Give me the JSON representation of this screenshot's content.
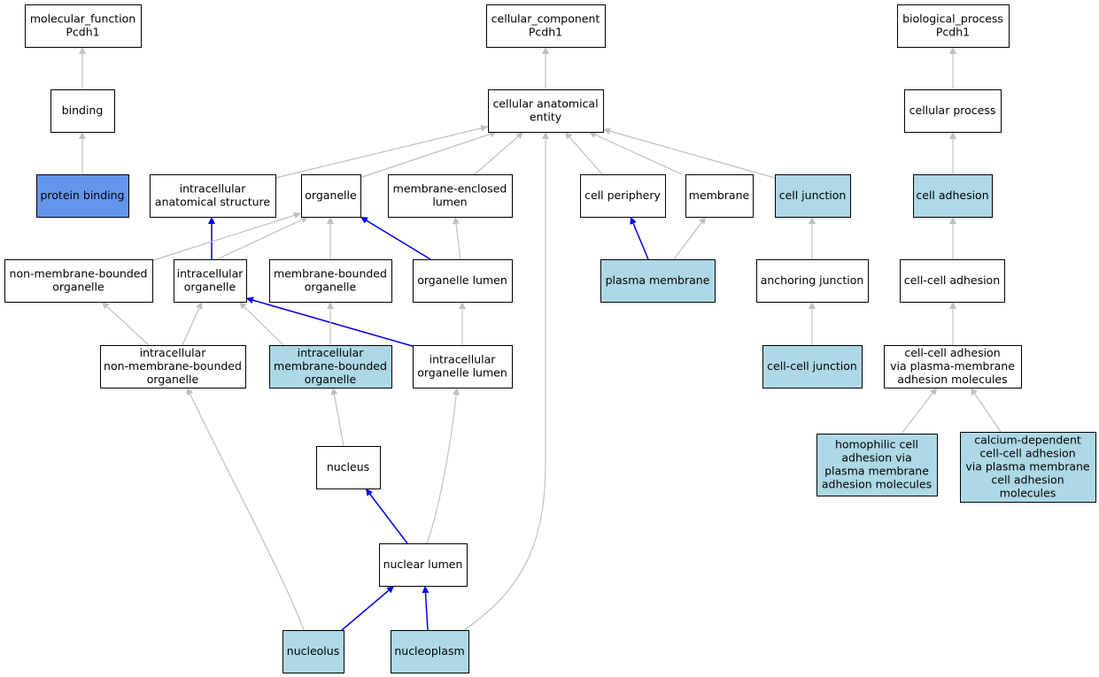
{
  "colors": {
    "node_default": "#ffffff",
    "node_highlight": "#add8e6",
    "node_selected": "#6495ed",
    "edge_is_a": "#c0c0c0",
    "edge_part_of": "#0000ee"
  },
  "nodes": {
    "mf": {
      "lines": [
        "molecular_function",
        "Pcdh1"
      ],
      "fill": "#ffffff"
    },
    "binding": {
      "lines": [
        "binding"
      ],
      "fill": "#ffffff"
    },
    "protein_binding": {
      "lines": [
        "protein binding"
      ],
      "fill": "#6495ed"
    },
    "cc": {
      "lines": [
        "cellular_component",
        "Pcdh1"
      ],
      "fill": "#ffffff"
    },
    "cae": {
      "lines": [
        "cellular anatomical",
        "entity"
      ],
      "fill": "#ffffff"
    },
    "ias": {
      "lines": [
        "intracellular",
        "anatomical structure"
      ],
      "fill": "#ffffff"
    },
    "organelle": {
      "lines": [
        "organelle"
      ],
      "fill": "#ffffff"
    },
    "mel": {
      "lines": [
        "membrane-enclosed",
        "lumen"
      ],
      "fill": "#ffffff"
    },
    "cp": {
      "lines": [
        "cell periphery"
      ],
      "fill": "#ffffff"
    },
    "membrane": {
      "lines": [
        "membrane"
      ],
      "fill": "#ffffff"
    },
    "cj": {
      "lines": [
        "cell junction"
      ],
      "fill": "#add8e6"
    },
    "nmbo": {
      "lines": [
        "non-membrane-bounded",
        "organelle"
      ],
      "fill": "#ffffff"
    },
    "io": {
      "lines": [
        "intracellular",
        "organelle"
      ],
      "fill": "#ffffff"
    },
    "mbo": {
      "lines": [
        "membrane-bounded",
        "organelle"
      ],
      "fill": "#ffffff"
    },
    "ol": {
      "lines": [
        "organelle lumen"
      ],
      "fill": "#ffffff"
    },
    "pm": {
      "lines": [
        "plasma membrane"
      ],
      "fill": "#add8e6"
    },
    "aj": {
      "lines": [
        "anchoring junction"
      ],
      "fill": "#ffffff"
    },
    "inmbo": {
      "lines": [
        "intracellular",
        "non-membrane-bounded",
        "organelle"
      ],
      "fill": "#ffffff"
    },
    "imbo": {
      "lines": [
        "intracellular",
        "membrane-bounded",
        "organelle"
      ],
      "fill": "#add8e6"
    },
    "iol": {
      "lines": [
        "intracellular",
        "organelle lumen"
      ],
      "fill": "#ffffff"
    },
    "ccj": {
      "lines": [
        "cell-cell junction"
      ],
      "fill": "#add8e6"
    },
    "nucleus": {
      "lines": [
        "nucleus"
      ],
      "fill": "#ffffff"
    },
    "nl": {
      "lines": [
        "nuclear lumen"
      ],
      "fill": "#ffffff"
    },
    "nucleolus": {
      "lines": [
        "nucleolus"
      ],
      "fill": "#add8e6"
    },
    "nucleoplasm": {
      "lines": [
        "nucleoplasm"
      ],
      "fill": "#add8e6"
    },
    "bp": {
      "lines": [
        "biological_process",
        "Pcdh1"
      ],
      "fill": "#ffffff"
    },
    "cproc": {
      "lines": [
        "cellular process"
      ],
      "fill": "#ffffff"
    },
    "cadh": {
      "lines": [
        "cell adhesion"
      ],
      "fill": "#add8e6"
    },
    "ccadh": {
      "lines": [
        "cell-cell adhesion"
      ],
      "fill": "#ffffff"
    },
    "ccapm": {
      "lines": [
        "cell-cell adhesion",
        "via plasma-membrane",
        "adhesion molecules"
      ],
      "fill": "#ffffff"
    },
    "homo": {
      "lines": [
        "homophilic cell",
        "adhesion via",
        "plasma membrane",
        "adhesion molecules"
      ],
      "fill": "#add8e6"
    },
    "calc": {
      "lines": [
        "calcium-dependent",
        "cell-cell adhesion",
        "via plasma membrane",
        "cell adhesion",
        "molecules"
      ],
      "fill": "#add8e6"
    }
  },
  "edges": [
    {
      "from": "binding",
      "to": "mf",
      "type": "is_a"
    },
    {
      "from": "protein_binding",
      "to": "binding",
      "type": "is_a"
    },
    {
      "from": "cae",
      "to": "cc",
      "type": "is_a"
    },
    {
      "from": "ias",
      "to": "cae",
      "type": "is_a"
    },
    {
      "from": "organelle",
      "to": "cae",
      "type": "is_a"
    },
    {
      "from": "mel",
      "to": "cae",
      "type": "is_a"
    },
    {
      "from": "cp",
      "to": "cae",
      "type": "is_a"
    },
    {
      "from": "membrane",
      "to": "cae",
      "type": "is_a"
    },
    {
      "from": "cj",
      "to": "cae",
      "type": "is_a"
    },
    {
      "from": "nucleoplasm",
      "to": "cae",
      "type": "is_a"
    },
    {
      "from": "io",
      "to": "ias",
      "type": "part_of"
    },
    {
      "from": "nmbo",
      "to": "organelle",
      "type": "is_a"
    },
    {
      "from": "io",
      "to": "organelle",
      "type": "is_a"
    },
    {
      "from": "mbo",
      "to": "organelle",
      "type": "is_a"
    },
    {
      "from": "ol",
      "to": "organelle",
      "type": "part_of"
    },
    {
      "from": "ol",
      "to": "mel",
      "type": "is_a"
    },
    {
      "from": "pm",
      "to": "cp",
      "type": "part_of"
    },
    {
      "from": "pm",
      "to": "membrane",
      "type": "is_a"
    },
    {
      "from": "aj",
      "to": "cj",
      "type": "is_a"
    },
    {
      "from": "inmbo",
      "to": "nmbo",
      "type": "is_a"
    },
    {
      "from": "inmbo",
      "to": "io",
      "type": "is_a"
    },
    {
      "from": "imbo",
      "to": "io",
      "type": "is_a"
    },
    {
      "from": "iol",
      "to": "io",
      "type": "part_of"
    },
    {
      "from": "imbo",
      "to": "mbo",
      "type": "is_a"
    },
    {
      "from": "iol",
      "to": "ol",
      "type": "is_a"
    },
    {
      "from": "ccj",
      "to": "aj",
      "type": "is_a"
    },
    {
      "from": "nucleus",
      "to": "imbo",
      "type": "is_a"
    },
    {
      "from": "nl",
      "to": "nucleus",
      "type": "part_of"
    },
    {
      "from": "nl",
      "to": "iol",
      "type": "is_a"
    },
    {
      "from": "nucleolus",
      "to": "nl",
      "type": "part_of"
    },
    {
      "from": "nucleolus",
      "to": "inmbo",
      "type": "is_a"
    },
    {
      "from": "nucleoplasm",
      "to": "nl",
      "type": "part_of"
    },
    {
      "from": "cproc",
      "to": "bp",
      "type": "is_a"
    },
    {
      "from": "cadh",
      "to": "cproc",
      "type": "is_a"
    },
    {
      "from": "ccadh",
      "to": "cadh",
      "type": "is_a"
    },
    {
      "from": "ccapm",
      "to": "ccadh",
      "type": "is_a"
    },
    {
      "from": "homo",
      "to": "ccapm",
      "type": "is_a"
    },
    {
      "from": "calc",
      "to": "ccapm",
      "type": "is_a"
    }
  ]
}
